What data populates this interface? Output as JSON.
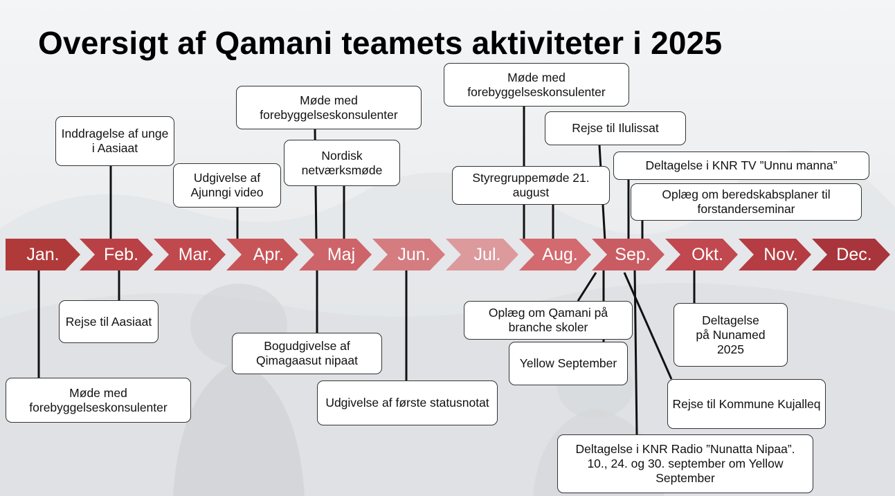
{
  "title": "Oversigt af Qamani teamets aktiviteter i 2025",
  "months": [
    "Jan.",
    "Feb.",
    "Mar.",
    "Apr.",
    "Maj",
    "Jun.",
    "Jul.",
    "Aug.",
    "Sep.",
    "Okt.",
    "Nov.",
    "Dec."
  ],
  "month_colors": [
    "#b03a3a",
    "#b94145",
    "#c0494d",
    "#c75558",
    "#cd6469",
    "#d47c80",
    "#dc9a9d",
    "#d26a6f",
    "#c95c62",
    "#c0484e",
    "#b43c42",
    "#a8353b"
  ],
  "events_above": [
    {
      "month": "Feb.",
      "text": "Inddragelse af unge i Aasiaat"
    },
    {
      "month": "Apr.",
      "text": "Udgivelse af Ajunngi video"
    },
    {
      "month": "Maj",
      "text": "Møde med forebyggelseskonsulenter"
    },
    {
      "month": "Maj",
      "text": "Nordisk netværksmøde"
    },
    {
      "month": "Aug.",
      "text": "Møde med forebyggelseskonsulenter"
    },
    {
      "month": "Aug.",
      "text": "Styregruppemøde 21. august"
    },
    {
      "month": "Sep.",
      "text": "Rejse til Ilulissat"
    },
    {
      "month": "Sep.",
      "text": "Deltagelse i KNR TV ”Unnu manna”"
    },
    {
      "month": "Sep.",
      "text": "Oplæg om beredskabsplaner til forstanderseminar"
    }
  ],
  "events_below": [
    {
      "month": "Jan.",
      "text": "Møde med forebyggelseskonsulenter"
    },
    {
      "month": "Feb.",
      "text": "Rejse til Aasiaat"
    },
    {
      "month": "Maj",
      "text": "Bogudgivelse af Qimagaasut nipaat"
    },
    {
      "month": "Jun.",
      "text": "Udgivelse af første statusnotat"
    },
    {
      "month": "Sep.",
      "text": "Oplæg om Qamani på branche skoler"
    },
    {
      "month": "Sep.",
      "text": "Yellow September"
    },
    {
      "month": "Sep.",
      "text": "Deltagelse i KNR Radio ”Nunatta Nipaa”. 10., 24. og 30. september om Yellow September"
    },
    {
      "month": "Sep.",
      "text": "Rejse til Kommune Kujalleq"
    },
    {
      "month": "Okt.",
      "text": "Deltagelse på Nunamed 2025"
    }
  ]
}
